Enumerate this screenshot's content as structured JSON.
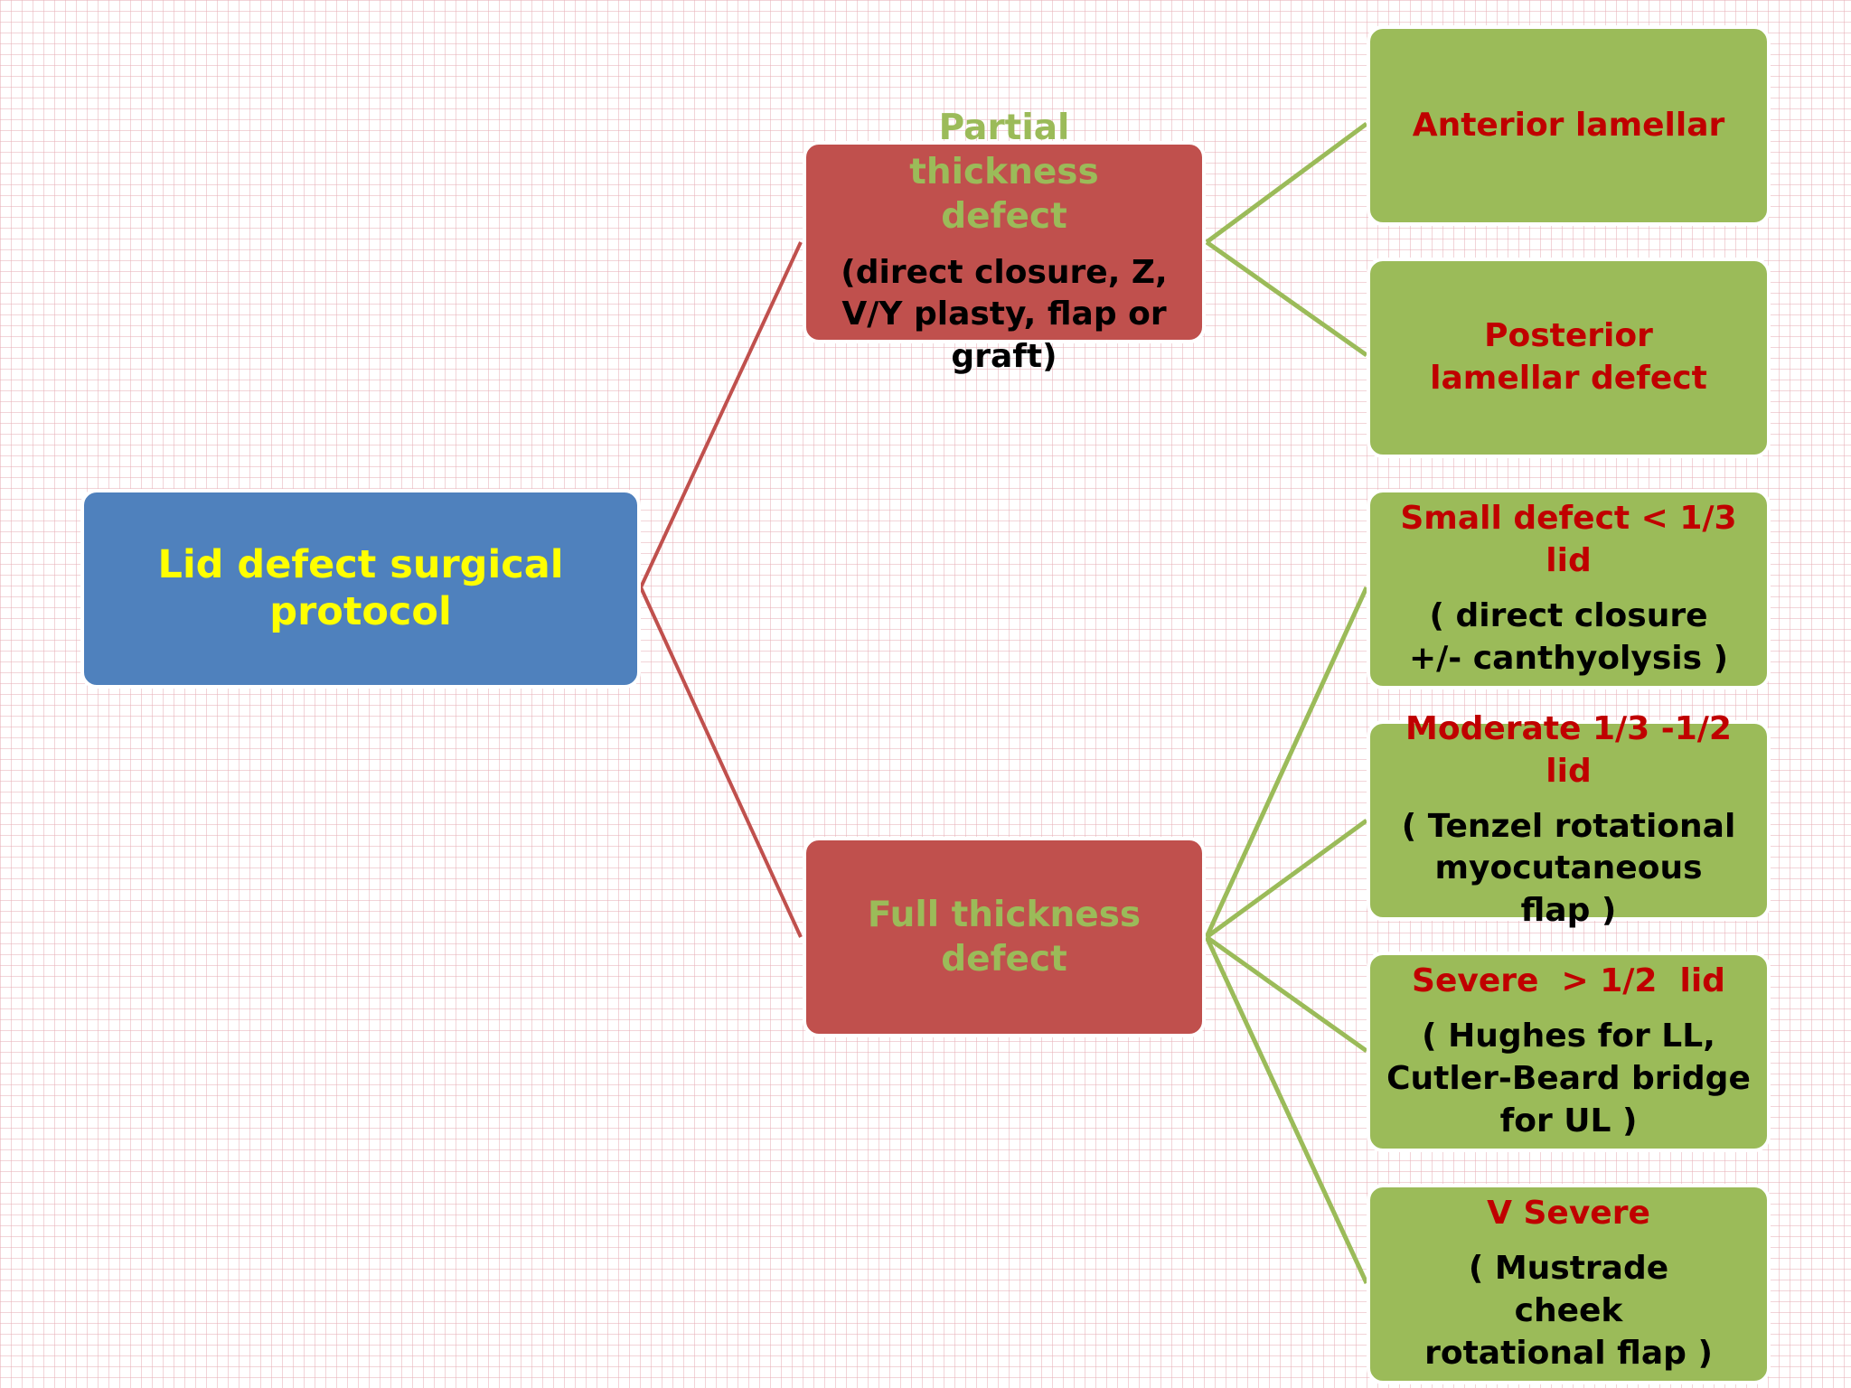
{
  "colors": {
    "root_fill": "#4f81bd",
    "root_text": "#ffff00",
    "mid_fill": "#c0504d",
    "mid_text": "#9bbb59",
    "leaf_fill": "#9bbb59",
    "leaf_title": "#c00000",
    "detail_text": "#000000",
    "root_connector": "#c0504d",
    "leaf_connector": "#9bbb59"
  },
  "root": {
    "label": "Lid defect surgical protocol"
  },
  "partial": {
    "title": "Partial thickness defect",
    "detail": "(direct closure, Z, V/Y plasty, flap or graft)"
  },
  "full": {
    "title": "Full thickness defect"
  },
  "leaves": {
    "anterior": {
      "title": "Anterior lamellar"
    },
    "posterior": {
      "title": "Posterior lamellar defect"
    },
    "small": {
      "title": "Small defect < 1/3 lid",
      "detail": "( direct closure +/- canthyolysis )"
    },
    "moderate": {
      "title": "Moderate 1/3 -1/2 lid",
      "detail": "( Tenzel rotational myocutaneous flap )"
    },
    "severe": {
      "title": "Severe  > 1/2  lid",
      "detail": "( Hughes for LL, Cutler-Beard  bridge for UL )"
    },
    "vsevere": {
      "title": "V Severe",
      "detail": "( Mustrade cheek rotational flap )"
    }
  }
}
